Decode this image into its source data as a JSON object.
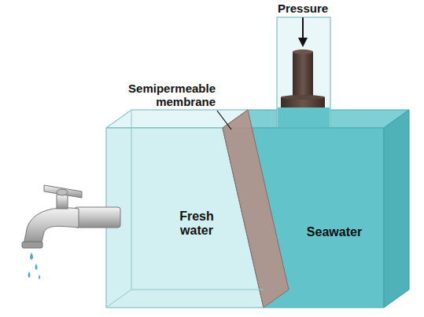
{
  "diagram": {
    "nodes": [
      {
        "text": [
          "Fresh water"
        ]
      },
      {
        "text": [
          "Seawater"
        ]
      }
    ],
    "labels": [
      "Pressure",
      "Semipermeable membrane"
    ]
  }
}
